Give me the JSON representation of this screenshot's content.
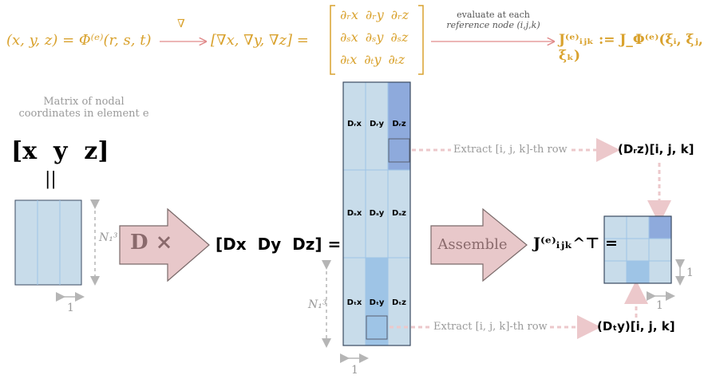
{
  "header": {
    "mapping": "(x, y, z) = Φ⁽ᵉ⁾(r, s, t)",
    "nabla": "∇",
    "grad": "[∇x, ∇y, ∇z] =",
    "matrix": [
      [
        "∂ᵣx",
        "∂ᵣy",
        "∂ᵣz"
      ],
      [
        "∂ₛx",
        "∂ₛy",
        "∂ₛz"
      ],
      [
        "∂ₜx",
        "∂ₜy",
        "∂ₜz"
      ]
    ],
    "eval_line1": "evaluate at each",
    "eval_line2": "reference node (i,j,k)",
    "jacobian": "J⁽ᵉ⁾ᵢⱼₖ := J_Φ⁽ᵉ⁾(ξᵢ, ξⱼ, ξₖ)"
  },
  "left": {
    "caption_line1": "Matrix of nodal",
    "caption_line2": "coordinates in element e",
    "xyz": "[x  y  z]",
    "parallel": "||",
    "n_label": "N₁³",
    "one_label": "1"
  },
  "operator": {
    "d_times": "D ×"
  },
  "result": {
    "dxyz": "[Dx  Dy  Dz] ="
  },
  "tall_matrix": {
    "cells": [
      [
        "Dᵣx",
        "Dᵣy",
        "Dᵣz"
      ],
      [
        "Dₛx",
        "Dₛy",
        "Dₛz"
      ],
      [
        "Dₜx",
        "Dₜy",
        "Dₜz"
      ]
    ],
    "n_label": "N₁³",
    "one_label": "1"
  },
  "extract": {
    "top_text": "Extract [i, j, k]-th row",
    "top_result": "(Dᵣz)[i, j, k]",
    "bottom_text": "Extract [i, j, k]-th row",
    "bottom_result": "(Dₜy)[i, j, k]"
  },
  "assemble": {
    "label": "Assemble",
    "jt": "J⁽ᵉ⁾ᵢⱼₖ^⊤ =",
    "one_right": "1",
    "one_bottom": "1"
  },
  "colors": {
    "cell_light": "#c8dcea",
    "cell_mid": "#9ec4e6",
    "cell_dark": "#8eaadc",
    "arrow_fill": "#e8c8ca",
    "arrow_stroke": "#7a6a6a",
    "gold": "#d9a22e",
    "dotted": "#ecc8cb",
    "border": "#3a4a60"
  }
}
